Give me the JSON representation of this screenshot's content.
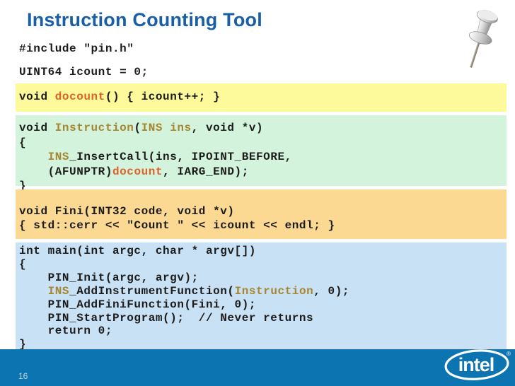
{
  "slide": {
    "title": "Instruction Counting Tool",
    "page_number": "16"
  },
  "colors": {
    "plain": "#1b1b1b",
    "gold": "#A6862E",
    "orange": "#DD6227",
    "title_blue": "#185FA8",
    "footer_blue": "#0C74B0",
    "block_yellow": "#FDFA9C",
    "block_green": "#D3F3DC",
    "block_orange": "#FBD992",
    "block_blue": "#C9E1F4",
    "page_number_gray": "#C9D5DF"
  },
  "header_code": [
    "#include \"pin.h\"",
    "UINT64 icount = 0;"
  ],
  "code_blocks": [
    {
      "name": "docount-analysis-routine",
      "bg": "block_yellow",
      "lines": [
        [
          {
            "t": "void ",
            "c": "plain"
          },
          {
            "t": "docount",
            "c": "orange"
          },
          {
            "t": "() { icount++; }",
            "c": "plain"
          }
        ]
      ]
    },
    {
      "name": "instruction-instrumentation-routine",
      "bg": "block_green",
      "lines": [
        [
          {
            "t": "void ",
            "c": "plain"
          },
          {
            "t": "Instruction",
            "c": "gold"
          },
          {
            "t": "(",
            "c": "plain"
          },
          {
            "t": "INS ins",
            "c": "gold"
          },
          {
            "t": ", void *v)",
            "c": "plain"
          }
        ],
        [
          {
            "t": "{",
            "c": "plain"
          }
        ],
        [
          {
            "t": "    ",
            "c": "plain"
          },
          {
            "t": "INS",
            "c": "gold"
          },
          {
            "t": "_InsertCall(ins, IPOINT_BEFORE,",
            "c": "plain"
          }
        ],
        [
          {
            "t": "    (AFUNPTR)",
            "c": "plain"
          },
          {
            "t": "docount",
            "c": "orange"
          },
          {
            "t": ", IARG_END);",
            "c": "plain"
          }
        ],
        [
          {
            "t": "}",
            "c": "plain"
          }
        ]
      ]
    },
    {
      "name": "fini-routine",
      "bg": "block_orange",
      "lines": [
        [
          {
            "t": "void Fini(INT32 code, void *v)",
            "c": "plain"
          }
        ],
        [
          {
            "t": "{ std::cerr << \"Count \" << icount << endl; }",
            "c": "plain"
          }
        ]
      ]
    },
    {
      "name": "main-routine",
      "bg": "block_blue",
      "lines": [
        [
          {
            "t": "int main(int argc, char * argv[])",
            "c": "plain"
          }
        ],
        [
          {
            "t": "{",
            "c": "plain"
          }
        ],
        [
          {
            "t": "    PIN_Init(argc, argv);",
            "c": "plain"
          }
        ],
        [
          {
            "t": "    ",
            "c": "plain"
          },
          {
            "t": "INS",
            "c": "gold"
          },
          {
            "t": "_AddInstrumentFunction(",
            "c": "plain"
          },
          {
            "t": "Instruction",
            "c": "gold"
          },
          {
            "t": ", 0);",
            "c": "plain"
          }
        ],
        [
          {
            "t": "    PIN_AddFiniFunction(Fini, 0);",
            "c": "plain"
          }
        ],
        [
          {
            "t": "    PIN_StartProgram();  // Never returns",
            "c": "plain"
          }
        ],
        [
          {
            "t": "    return 0;",
            "c": "plain"
          }
        ],
        [
          {
            "t": "}",
            "c": "plain"
          }
        ]
      ]
    }
  ],
  "footer": {
    "logo_text": "intel",
    "registered_mark": "®"
  },
  "icons": {
    "pushpin": "silver 3D pushpin, tilted, needle pointing down-left",
    "intel_logo": "white intel wordmark inside swoosh ellipse"
  }
}
